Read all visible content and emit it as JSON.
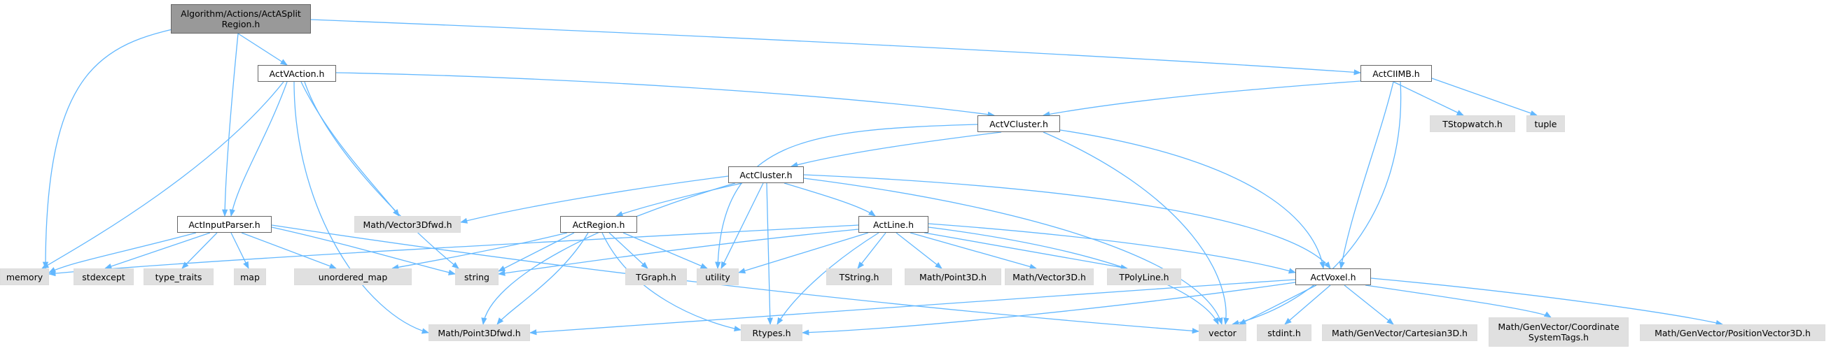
{
  "graph": {
    "colors": {
      "edge": "#63b8ff",
      "root_fill": "#999999",
      "file_fill": "#ffffff",
      "system_fill": "#e0e0e0",
      "border": "#666666"
    },
    "nodes": {
      "root": {
        "line1": "Algorithm/Actions/ActASplit",
        "line2": "Region.h"
      },
      "actvaction": "ActVAction.h",
      "actclimb": "ActCIIMB.h",
      "actvcluster": "ActVCluster.h",
      "tstopwatch": "TStopwatch.h",
      "tuple": "tuple",
      "actcluster": "ActCluster.h",
      "mathvector3dfwd": "Math/Vector3Dfwd.h",
      "actinputparser": "ActInputParser.h",
      "actregion": "ActRegion.h",
      "actline": "ActLine.h",
      "memory": "memory",
      "stdexcept": "stdexcept",
      "type_traits": "type_traits",
      "map": "map",
      "unordered_map": "unordered_map",
      "string": "string",
      "tgraph": "TGraph.h",
      "utility": "utility",
      "tstring": "TString.h",
      "mathpoint3d": "Math/Point3D.h",
      "mathvector3d": "Math/Vector3D.h",
      "tpolyline": "TPolyLine.h",
      "actvoxel": "ActVoxel.h",
      "mathpoint3dfwd": "Math/Point3Dfwd.h",
      "rtypes": "Rtypes.h",
      "vector": "vector",
      "stdint": "stdint.h",
      "cartesian3d": "Math/GenVector/Cartesian3D.h",
      "coordsys": {
        "line1": "Math/GenVector/Coordinate",
        "line2": "SystemTags.h"
      },
      "positionvector3d": "Math/GenVector/PositionVector3D.h"
    }
  }
}
